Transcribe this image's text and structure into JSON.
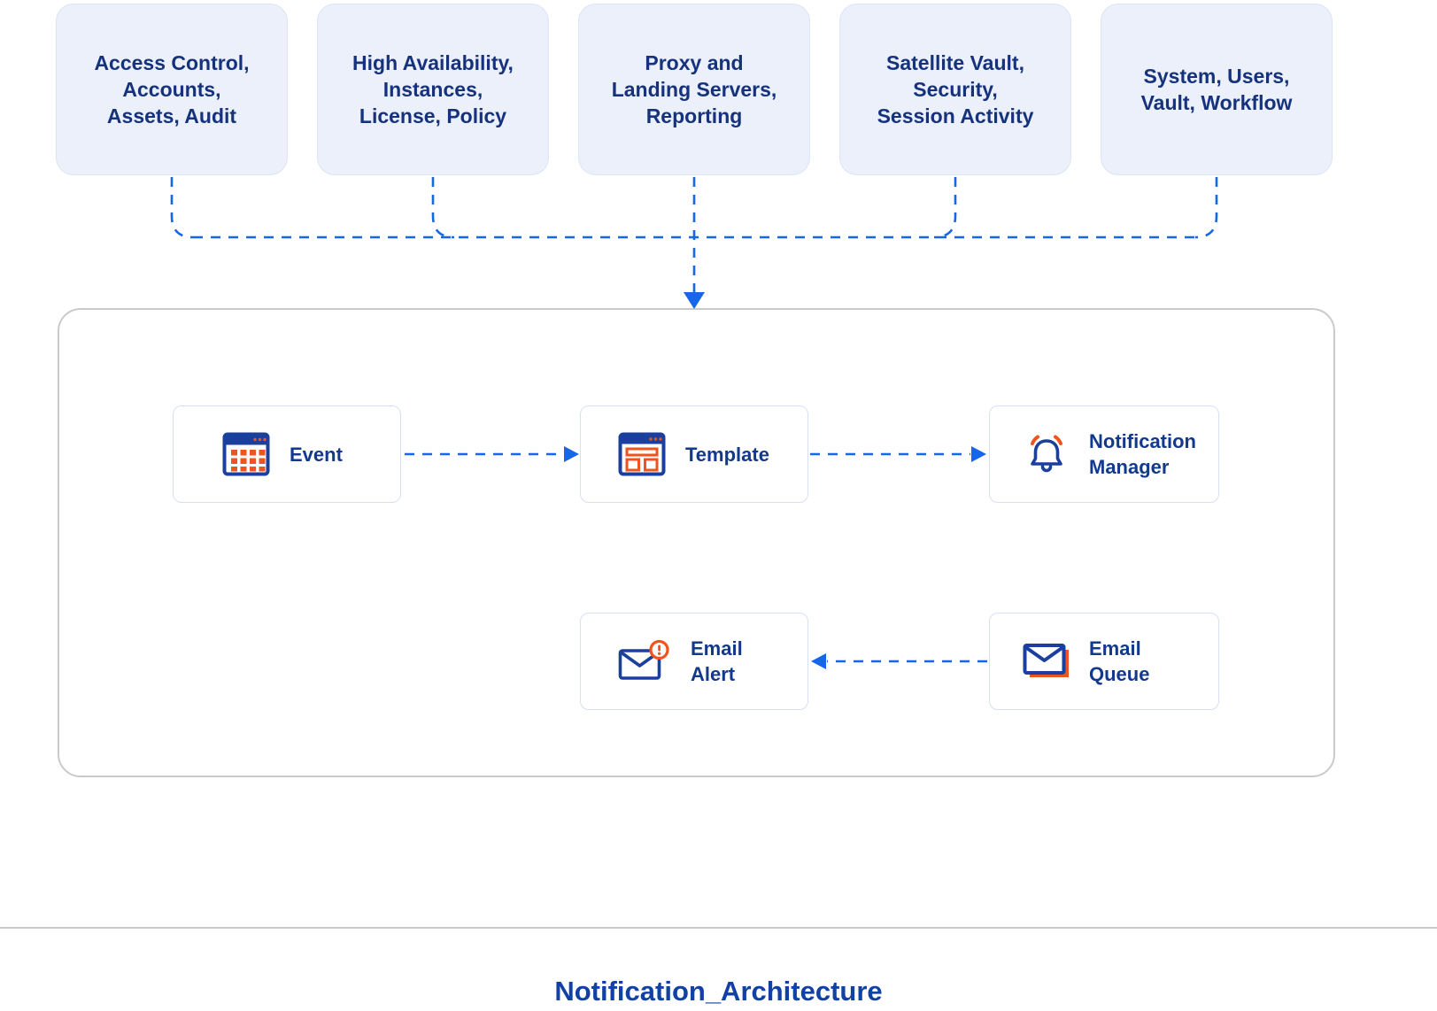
{
  "colors": {
    "accent_blue": "#1666E8",
    "navy_text": "#16327D",
    "node_label_blue": "#12398C",
    "icon_blue": "#1A3F9D",
    "icon_orange": "#F0541E",
    "source_box_fill": "#EBF0FB",
    "container_border": "#CACACA",
    "title_blue": "#1141A5"
  },
  "top_row": {
    "boxes": [
      {
        "id": "access-control",
        "lines": [
          "Access Control,",
          "Accounts,",
          "Assets, Audit"
        ]
      },
      {
        "id": "high-availability",
        "lines": [
          "High Availability,",
          "Instances,",
          "License, Policy"
        ]
      },
      {
        "id": "proxy",
        "lines": [
          "Proxy and",
          "Landing Servers,",
          "Reporting"
        ]
      },
      {
        "id": "satellite-vault",
        "lines": [
          "Satellite Vault,",
          "Security,",
          "Session Activity"
        ]
      },
      {
        "id": "system-users",
        "lines": [
          "System, Users,",
          "Vault, Workflow"
        ]
      }
    ]
  },
  "pipeline": {
    "event": {
      "label": "Event",
      "icon": "calendar-grid-icon"
    },
    "template": {
      "label": "Template",
      "icon": "window-layout-icon"
    },
    "notification_manager": {
      "line1": "Notification",
      "line2": "Manager",
      "icon": "bell-icon"
    },
    "email_alert": {
      "line1": "Email",
      "line2": "Alert",
      "icon": "envelope-alert-icon"
    },
    "email_queue": {
      "line1": "Email",
      "line2": "Queue",
      "icon": "envelope-stack-icon"
    }
  },
  "footer": {
    "title": "Notification_Architecture"
  }
}
